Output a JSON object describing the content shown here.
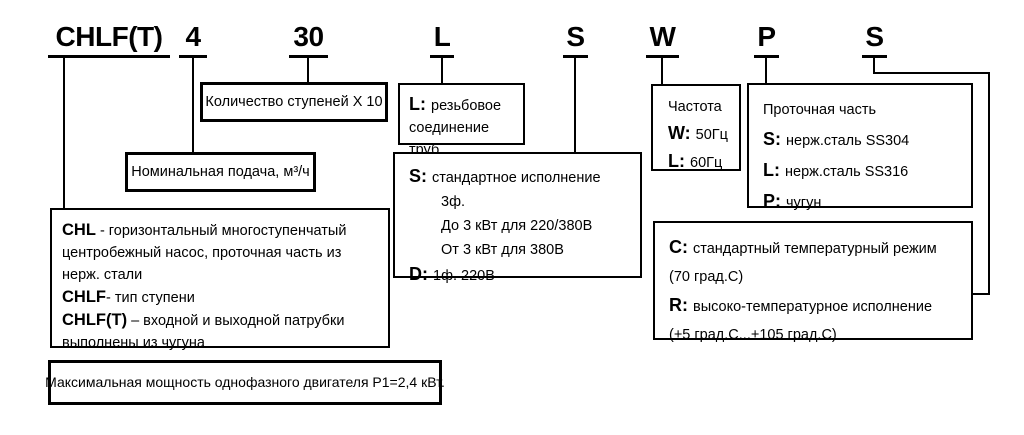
{
  "code": {
    "parts": [
      {
        "id": "series",
        "text": "CHLF(T)"
      },
      {
        "id": "nominal-flow",
        "text": "4"
      },
      {
        "id": "stages",
        "text": "30"
      },
      {
        "id": "pipe-connection",
        "text": "L"
      },
      {
        "id": "electrical",
        "text": "S"
      },
      {
        "id": "frequency",
        "text": "W"
      },
      {
        "id": "flow-part",
        "text": "P"
      },
      {
        "id": "temperature",
        "text": "S"
      }
    ]
  },
  "boxes": {
    "stages": {
      "text": "Количество ступеней X 10"
    },
    "nominal_flow": {
      "text": "Номинальная подача, м³/ч"
    },
    "pipe_connection": {
      "key": "L:",
      "text": "резьбовое соединение труб"
    },
    "frequency": {
      "title": "Частота",
      "items": [
        {
          "key": "W:",
          "text": "50Гц"
        },
        {
          "key": "L:",
          "text": "60Гц"
        }
      ]
    },
    "flow_part": {
      "title": "Проточная часть",
      "items": [
        {
          "key": "S:",
          "text": "нерж.сталь SS304"
        },
        {
          "key": "L:",
          "text": "нерж.сталь SS316"
        },
        {
          "key": "P:",
          "text": "чугун"
        }
      ]
    },
    "electrical": {
      "items": [
        {
          "key": "S:",
          "text": "стандартное исполнение"
        },
        {
          "text": "3ф."
        },
        {
          "text": "До 3 кВт для 220/380В"
        },
        {
          "text": "От 3 кВт для 380В"
        },
        {
          "key": "D:",
          "text": "1ф. 220В"
        }
      ]
    },
    "pump_types": {
      "items": [
        {
          "key": "CHL",
          "text": " - горизонтальный многоступенчатый центробежный насос, проточная часть из нерж. стали"
        },
        {
          "key": "CHLF",
          "text": "- тип ступени"
        },
        {
          "key": "CHLF(T)",
          "text": " – входной и выходной патрубки выполнены из чугуна"
        }
      ]
    },
    "temperature": {
      "items": [
        {
          "key": "C:",
          "text": "стандартный температурный режим"
        },
        {
          "text": "(70 град.С)"
        },
        {
          "key": "R:",
          "text": "высоко-температурное исполнение"
        },
        {
          "text": "(+5 град.С...+105 град.С)"
        }
      ]
    },
    "max_power": {
      "text": "Максимальная мощность однофазного двигателя P1=2,4 кВт."
    }
  },
  "colors": {
    "ink": "#000000",
    "background": "#ffffff"
  }
}
